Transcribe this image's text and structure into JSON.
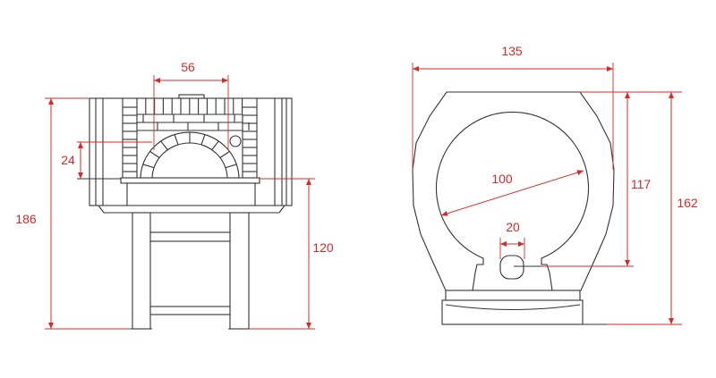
{
  "front_view": {
    "dimensions": {
      "mouth_width": "56",
      "mouth_height": "24",
      "total_height": "186",
      "hearth_height": "120"
    }
  },
  "top_view": {
    "dimensions": {
      "outer_width": "135",
      "inner_diameter": "100",
      "flue_width": "20",
      "inner_depth": "117",
      "outer_depth": "162"
    }
  },
  "colors": {
    "dimension": "#d42a2a",
    "outline": "#333333"
  }
}
